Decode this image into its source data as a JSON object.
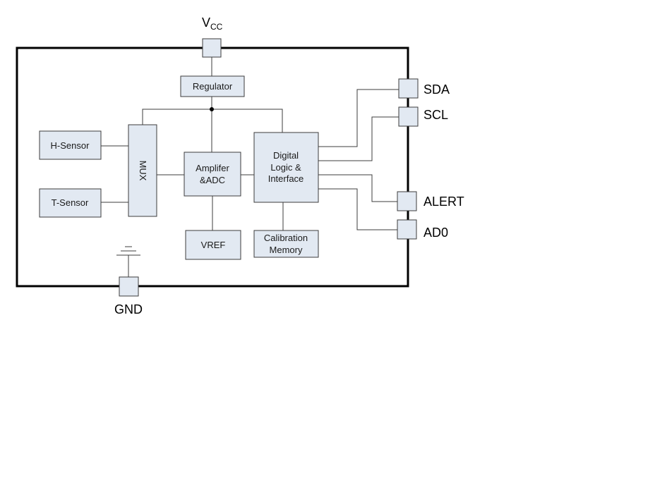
{
  "pins": {
    "vcc": "V",
    "vcc_sub": "CC",
    "sda": "SDA",
    "scl": "SCL",
    "alert": "ALERT",
    "ad0": "AD0",
    "gnd": "GND"
  },
  "blocks": {
    "regulator": "Regulator",
    "h_sensor": "H-Sensor",
    "t_sensor": "T-Sensor",
    "mux": "MUX",
    "amplifier_line1": "Amplifer",
    "amplifier_line2": "&ADC",
    "digital_line1": "Digital",
    "digital_line2": "Logic &",
    "digital_line3": "Interface",
    "vref": "VREF",
    "calibration_line1": "Calibration",
    "calibration_line2": "Memory"
  },
  "colors": {
    "block_fill": "#e2e9f2",
    "outline": "#000000"
  }
}
